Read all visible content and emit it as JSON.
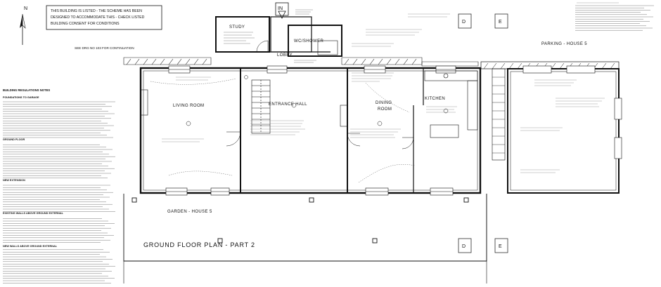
{
  "listed_notice": [
    "THIS BUILDING IS LISTED - THE SCHEME HAS BEEN",
    "DESIGNED TO ACCOMMODATE THIS - CHECK LISTED",
    "BUILDING CONSENT FOR CONDITIONS"
  ],
  "entrance_marker": "IN",
  "north_marker": "N",
  "continuation_note": "SEE DRG NO 103 FOR CONTINUATION",
  "rooms": {
    "study": "STUDY",
    "wc_shower": "WC/SHOWER",
    "lobby": "LOBBY",
    "living_room": "LIVING ROOM",
    "entrance_hall": "ENTRANCE HALL",
    "dining_room_line1": "DINING",
    "dining_room_line2": "ROOM",
    "kitchen": "KITCHEN",
    "parking": "PARKING - HOUSE 5",
    "garden": "GARDEN - HOUSE 5"
  },
  "grid_marks": [
    "D",
    "E",
    "D",
    "E"
  ],
  "drawing_title": "GROUND FLOOR PLAN - PART 2",
  "notes_heading": "BUILDING REGULATIONS NOTES",
  "notes_sections": [
    "FOUNDATIONS TO GARAGE",
    "GROUND FLOOR",
    "NEW EXTENSION",
    "EXISTING WALLS ABOVE GROUND EXTERNAL",
    "NEW WALLS ABOVE GROUND EXTERNAL"
  ]
}
